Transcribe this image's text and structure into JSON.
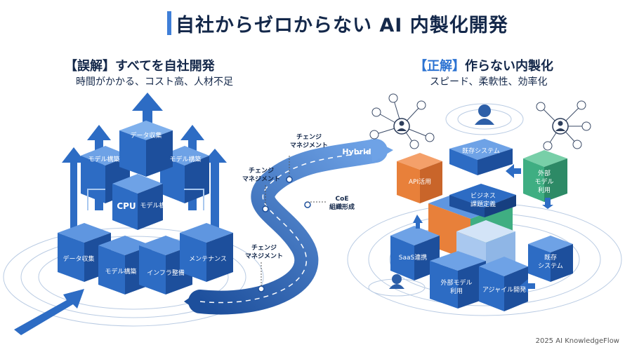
{
  "title": "自社からゼロからない AI 内製化開発",
  "left": {
    "heading": "【誤解】すべてを自社開発",
    "subheading": "時間がかかる、コスト高、人材不足",
    "blocks": {
      "top": "データ収集",
      "upper_left": "モデル構築",
      "upper_right": "モデル構築",
      "center": "CPU",
      "center_right": "モデル構築",
      "bottom_left": "データ収集",
      "bottom_mid_left": "モデル構築",
      "bottom_mid": "インフラ整備",
      "bottom_right": "メンテナンス"
    }
  },
  "road": {
    "hybrid_label": "Hybrid",
    "change_top": [
      "チェンジ",
      "マネジメント"
    ],
    "change_mid": [
      "チェンジ",
      "マネジメント"
    ],
    "coe": [
      "CoE",
      "組織形成"
    ],
    "change_bottom": [
      "チェンジ",
      "マネジメント"
    ]
  },
  "right": {
    "heading_bracket": "【正解】",
    "heading_text": "作らない内製化",
    "subheading": "スピード、柔軟性、効率化",
    "pieces": {
      "api": "API活用",
      "existing_top": "既存システム",
      "external_top": [
        "外部",
        "モデル",
        "利用"
      ],
      "business": [
        "ビジネス",
        "課題定義"
      ],
      "saas": "SaaS連携",
      "external_bottom": [
        "外部モデル",
        "利用"
      ],
      "agile": "アジャイル開発",
      "existing_right": [
        "既存",
        "システム"
      ]
    }
  },
  "footer": "2025 AI KnowledgeFlow",
  "colors": {
    "accent": "#3f7fd8",
    "dark_blue": "#1d4f9c",
    "mid_blue": "#2d6cc4",
    "light_blue": "#6ea2e6",
    "orange": "#e8803a",
    "green": "#3fae82",
    "pale": "#a9c8ef"
  },
  "icons": [
    "user-icon",
    "arrow-up-icon",
    "road-arrow-icon"
  ]
}
